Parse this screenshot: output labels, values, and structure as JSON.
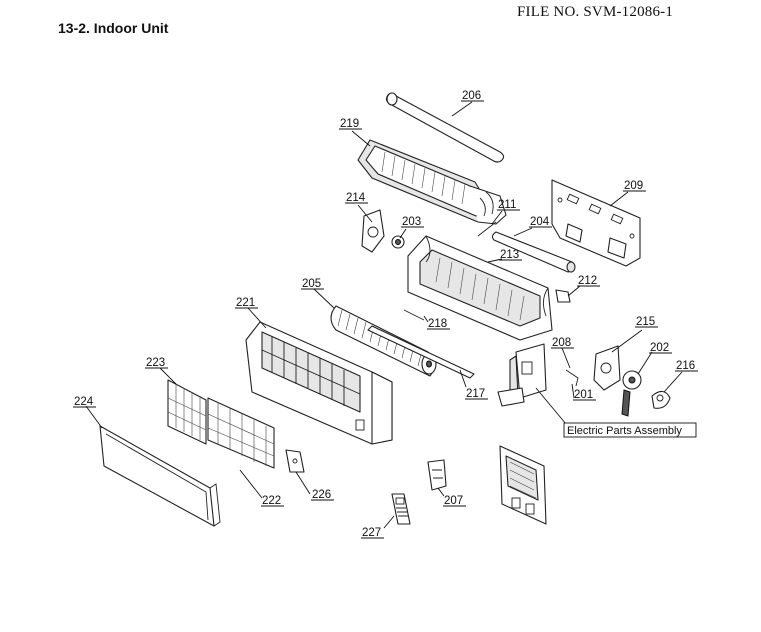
{
  "header": {
    "file_no": "FILE NO. SVM-12086-1",
    "section_title": "13-2.  Indoor Unit"
  },
  "parts": [
    {
      "id": "p201",
      "label": "201"
    },
    {
      "id": "p202",
      "label": "202"
    },
    {
      "id": "p203",
      "label": "203"
    },
    {
      "id": "p204",
      "label": "204"
    },
    {
      "id": "p205",
      "label": "205"
    },
    {
      "id": "p206",
      "label": "206"
    },
    {
      "id": "p207",
      "label": "207"
    },
    {
      "id": "p208",
      "label": "208"
    },
    {
      "id": "p209",
      "label": "209"
    },
    {
      "id": "p211",
      "label": "211"
    },
    {
      "id": "p212",
      "label": "212"
    },
    {
      "id": "p213",
      "label": "213"
    },
    {
      "id": "p214",
      "label": "214"
    },
    {
      "id": "p215",
      "label": "215"
    },
    {
      "id": "p216",
      "label": "216"
    },
    {
      "id": "p217",
      "label": "217"
    },
    {
      "id": "p218",
      "label": "218"
    },
    {
      "id": "p219",
      "label": "219"
    },
    {
      "id": "p221",
      "label": "221"
    },
    {
      "id": "p222",
      "label": "222"
    },
    {
      "id": "p223",
      "label": "223"
    },
    {
      "id": "p224",
      "label": "224"
    },
    {
      "id": "p226",
      "label": "226"
    },
    {
      "id": "p227",
      "label": "227"
    }
  ],
  "assembly_label": "Electric Parts Assembly"
}
